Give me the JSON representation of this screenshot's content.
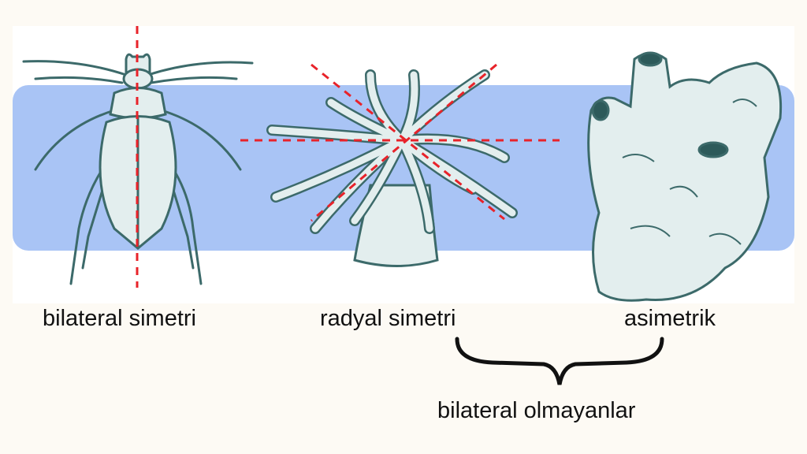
{
  "labels": {
    "bilateral": "bilateral simetri",
    "radial": "radyal simetri",
    "asymmetric": "asimetrik",
    "group": "bilateral olmayanlar"
  },
  "colors": {
    "background": "#fdfaf4",
    "band": "#a9c4f5",
    "symmetry_line": "#e8232a",
    "outline": "#3c6a6a",
    "fill": "#e3eeee"
  }
}
